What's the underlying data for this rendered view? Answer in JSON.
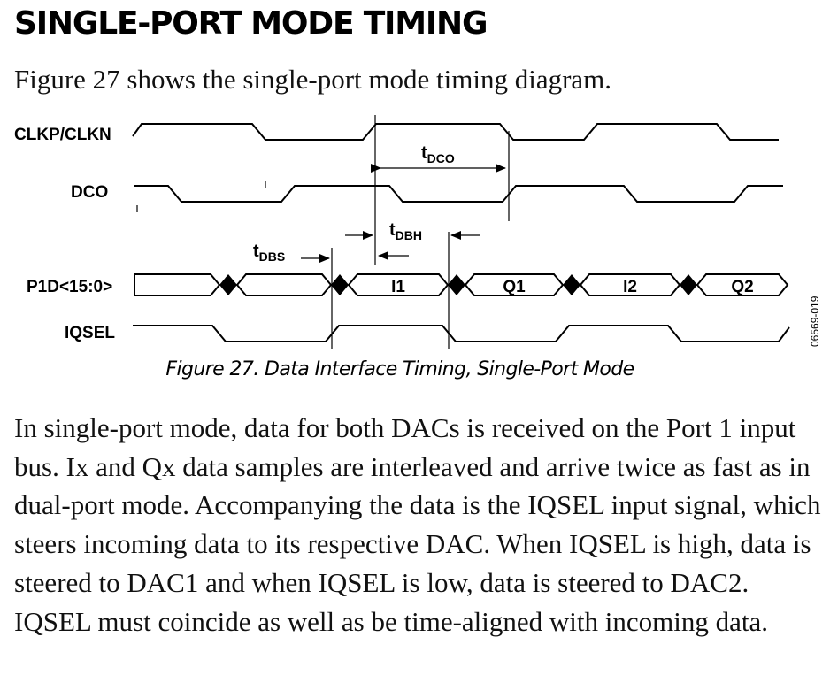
{
  "heading": "SINGLE-PORT MODE TIMING",
  "intro": "Figure 27 shows the single-port mode timing diagram.",
  "diagram": {
    "signals": {
      "clk": "CLKP/CLKN",
      "dco": "DCO",
      "p1d": "P1D<15:0>",
      "iqsel": "IQSEL"
    },
    "bus_values": [
      "I1",
      "Q1",
      "I2",
      "Q2"
    ],
    "params": {
      "tdco": {
        "main": "t",
        "sub": "DCO"
      },
      "tdbs": {
        "main": "t",
        "sub": "DBS"
      },
      "tdbh": {
        "main": "t",
        "sub": "DBH"
      }
    },
    "figure_id": "06569-019"
  },
  "caption": "Figure 27. Data Interface Timing, Single-Port Mode",
  "body": "In single-port mode, data for both DACs is received on the Port 1 input bus. Ix and Qx data samples are interleaved and arrive twice as fast as in dual-port mode. Accompanying the data is the IQSEL input signal, which steers incoming data to its respective DAC. When IQSEL is high, data is steered to DAC1 and when IQSEL is low, data is steered to DAC2. IQSEL must coincide as well as be time-aligned with incoming data."
}
